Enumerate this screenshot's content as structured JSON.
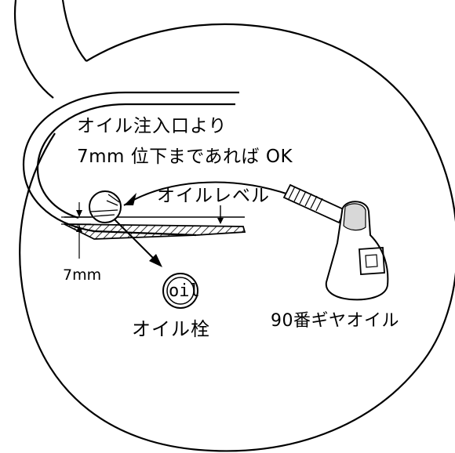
{
  "labels": {
    "instruction_line1": "オイル注入口より",
    "instruction_line2": "7mm 位下まであれば OK",
    "oil_level": "オイルレベル",
    "dimension": "7mm",
    "oil_plug": "オイル栓",
    "gear_oil": "90番ギヤオイル",
    "plug_face_text": "oil"
  },
  "colors": {
    "line": "#000000",
    "background": "#ffffff"
  }
}
